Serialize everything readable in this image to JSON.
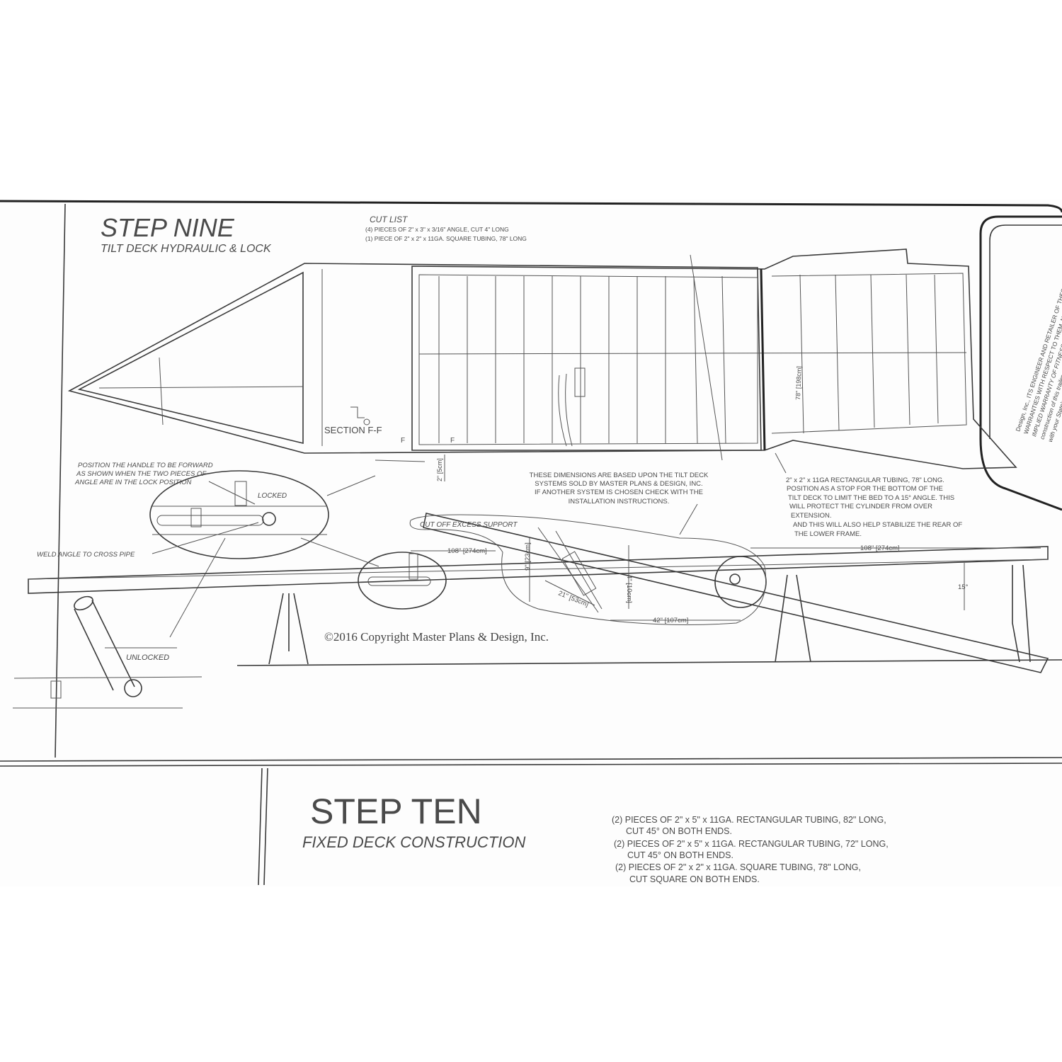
{
  "step_nine": {
    "title": "STEP NINE",
    "subtitle": "TILT DECK HYDRAULIC & LOCK",
    "cut_list": {
      "heading": "CUT LIST",
      "items": [
        "(4)  PIECES OF 2\" x 3\" x 3/16\" ANGLE, CUT 4\" LONG",
        "(1)  PIECE OF 2\" x 2\" x 11GA. SQUARE TUBING, 78\" LONG"
      ]
    },
    "section_label": "SECTION F-F",
    "section_marks": [
      "F",
      "F"
    ],
    "dimensions": {
      "deck_width": "78\" [198cm]",
      "stop_height": "2\" [5cm]",
      "frame_length_left": "108\" [274cm]",
      "frame_length_right": "108\" [274cm]",
      "cylinder_mount_height": "9\" [23cm]",
      "cylinder_length": "21\" [53cm]",
      "bracket_height": "4\" [10cm]",
      "pivot_distance": "42\" [107cm]",
      "tilt_angle": "15°"
    },
    "notes": {
      "handle": [
        "POSITION THE HANDLE TO BE FORWARD",
        "AS SHOWN WHEN THE TWO PIECES OF",
        "ANGLE ARE IN THE LOCK POSITION"
      ],
      "locked": "LOCKED",
      "unlocked": "UNLOCKED",
      "weld": "WELD ANGLE TO CROSS PIPE",
      "cut_off": "CUT OFF EXCESS SUPPORT",
      "dimensions_note": [
        "THESE DIMENSIONS ARE BASED UPON THE TILT DECK",
        "SYSTEMS SOLD BY MASTER PLANS & DESIGN, INC.",
        "IF ANOTHER SYSTEM IS CHOSEN CHECK WITH THE",
        "INSTALLATION INSTRUCTIONS."
      ],
      "stop_note": [
        "2\" x 2\" x 11GA RECTANGULAR TUBING, 78\" LONG.",
        "POSITION AS A STOP FOR THE BOTTOM OF THE",
        "TILT DECK TO LIMIT THE BED TO A 15° ANGLE. THIS",
        "WILL PROTECT THE CYLINDER FROM OVER",
        "EXTENSION.",
        "AND THIS WILL ALSO HELP STABILIZE THE REAR OF",
        "THE LOWER FRAME."
      ]
    },
    "copyright": "©2016 Copyright Master Plans & Design, Inc."
  },
  "disclaimer": [
    "Design, Inc., ITS ENGINEER AND RETAILER OF THESE PLANS MAKE NO",
    "WARRANTIES WITH RESPECT TO THEM, NOR ARE THERE ANY",
    "IMPLIED WARRANTY OF FITNESS FOR ANY PARTICULAR PURPOSE. Only",
    "construction of this trailer and welding should be done by a",
    "with your State's requirements for towing vehicle and hitch"
  ],
  "step_ten": {
    "title": "STEP TEN",
    "subtitle": "FIXED DECK CONSTRUCTION",
    "items": [
      "(2) PIECES OF 2\" x 5\" x 11GA. RECTANGULAR TUBING, 82\" LONG,",
      "CUT 45° ON BOTH ENDS.",
      "(2) PIECES OF 2\" x 5\" x 11GA. RECTANGULAR TUBING, 72\" LONG,",
      "CUT 45° ON BOTH ENDS.",
      "(2) PIECES OF 2\" x 2\" x 11GA. SQUARE TUBING, 78\" LONG,",
      "CUT SQUARE ON BOTH ENDS."
    ]
  }
}
